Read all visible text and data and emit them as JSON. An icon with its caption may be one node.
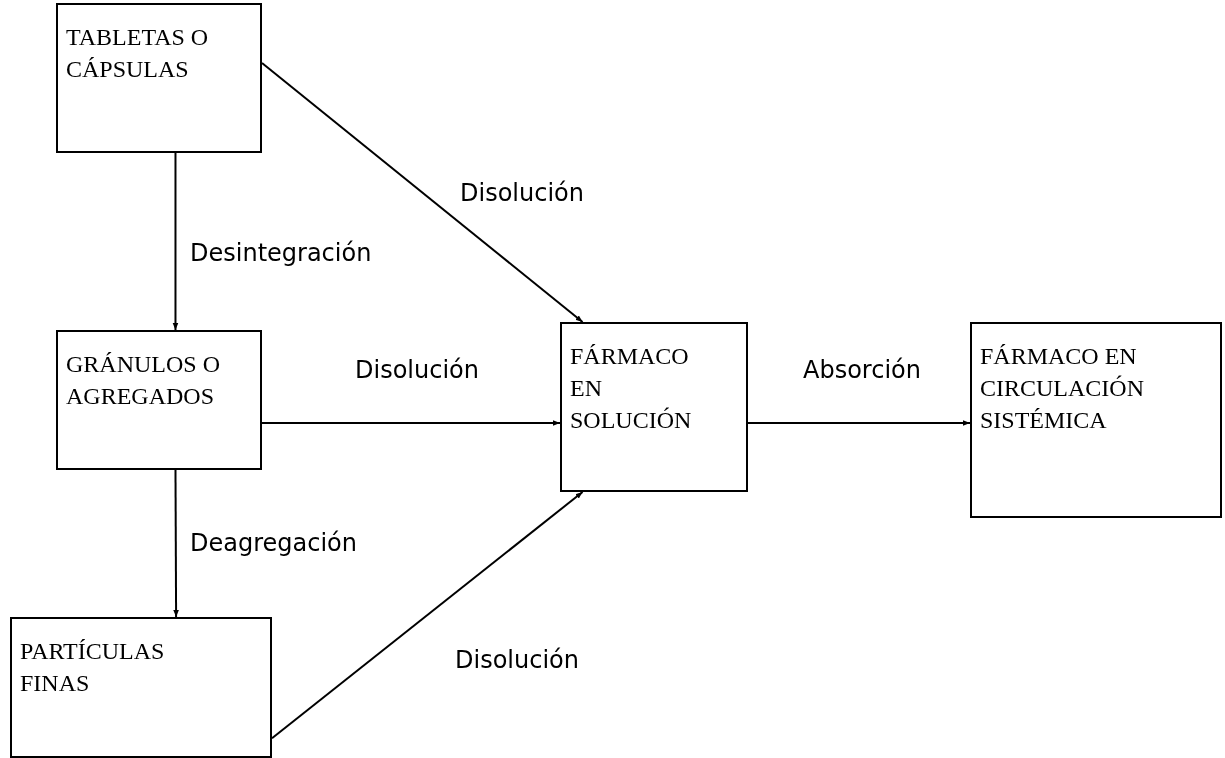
{
  "diagram": {
    "nodes": [
      {
        "text": [
          "TABLETAS O CÁPSULAS"
        ]
      },
      {
        "text": [
          "GRÁNULOS O AGREGADOS"
        ]
      },
      {
        "text": [
          "FÁRMACO EN SOLUCIÓN"
        ]
      },
      {
        "text": [
          "FÁRMACO EN CIRCULACIÓN SISTÉMICA"
        ]
      },
      {
        "text": [
          "PARTÍCULAS FINAS"
        ]
      }
    ],
    "edges": [
      {
        "from": 0,
        "to": 1,
        "arrow": "to",
        "label": "Desintegración"
      },
      {
        "from": 0,
        "to": 2,
        "arrow": "to",
        "label": "Disolución"
      },
      {
        "from": 1,
        "to": 2,
        "arrow": "to",
        "label": "Disolución"
      },
      {
        "from": 2,
        "to": 3,
        "arrow": "to",
        "label": "Absorción"
      },
      {
        "from": 1,
        "to": 4,
        "arrow": "to",
        "label": "Deagregación"
      },
      {
        "from": 4,
        "to": 2,
        "arrow": "to",
        "label": "Disolución"
      }
    ]
  }
}
